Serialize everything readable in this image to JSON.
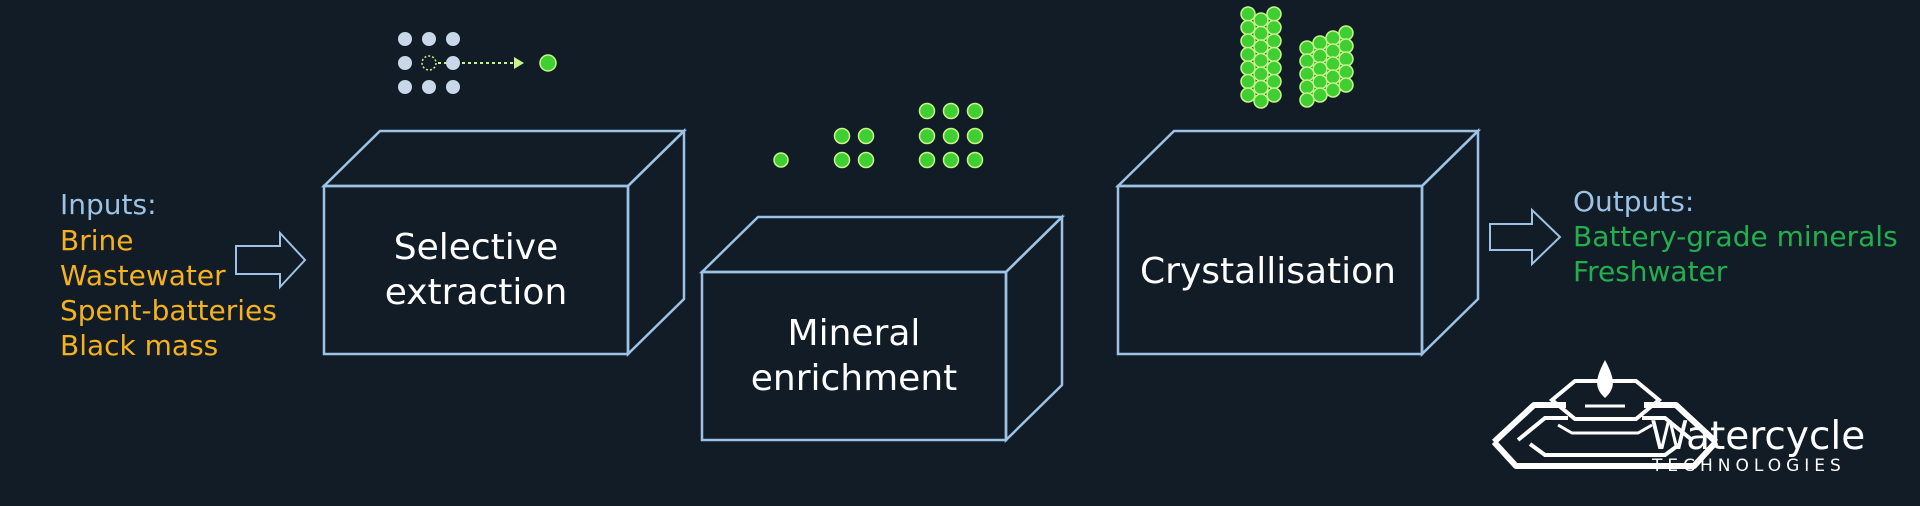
{
  "inputs": {
    "heading": "Inputs:",
    "items": [
      "Brine",
      "Wastewater",
      "Spent-batteries",
      "Black mass"
    ]
  },
  "stages": [
    {
      "line1": "Selective",
      "line2": "extraction"
    },
    {
      "line1": "Mineral",
      "line2": "enrichment"
    },
    {
      "line1": "Crystallisation",
      "line2": ""
    }
  ],
  "outputs": {
    "heading": "Outputs:",
    "items": [
      "Battery-grade minerals",
      "Freshwater"
    ]
  },
  "brand": {
    "name": "Watercycle",
    "tagline": "TECHNOLOGIES"
  },
  "colors": {
    "background": "#121c26",
    "heading": "#9cc3e6",
    "input_text": "#f5b21e",
    "output_text": "#22b04e",
    "box_stroke": "#9cc3e6",
    "box_text": "#ffffff",
    "mineral_dot": "#3fcf33",
    "mineral_dot_ring": "#c8f58a",
    "ion_dot": "#c8d8e8"
  },
  "icons": {
    "extraction": "ion-selection-icon",
    "enrichment": "concentration-growth-icon",
    "crystallisation": "crystal-stack-icon",
    "arrow": "hollow-right-arrow-icon",
    "logo": "water-drop-ripple-logo"
  }
}
